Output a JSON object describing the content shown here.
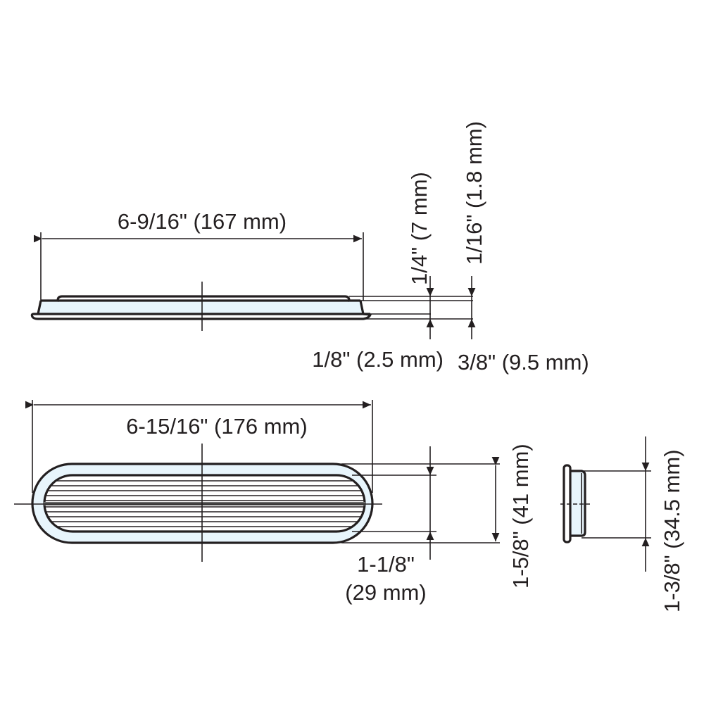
{
  "drawing": {
    "colors": {
      "line": "#231f20",
      "part_fill": "#e8f5fc",
      "background": "#ffffff"
    },
    "side_view": {
      "overall_length": "6-9/16\" (167 mm)",
      "total_height": "1/4\" (7 mm)",
      "flange_thickness": "1/16\" (1.8 mm)",
      "recess_depth": "1/8\" (2.5 mm)",
      "install_depth": "3/8\" (9.5 mm)"
    },
    "top_view": {
      "overall_length": "6-15/16\" (176 mm)",
      "inner_width_line1": "1-1/8\"",
      "inner_width_line2": "(29 mm)",
      "overall_width": "1-5/8\" (41 mm)"
    },
    "end_view": {
      "body_height": "1-3/8\" (34.5 mm)"
    }
  }
}
